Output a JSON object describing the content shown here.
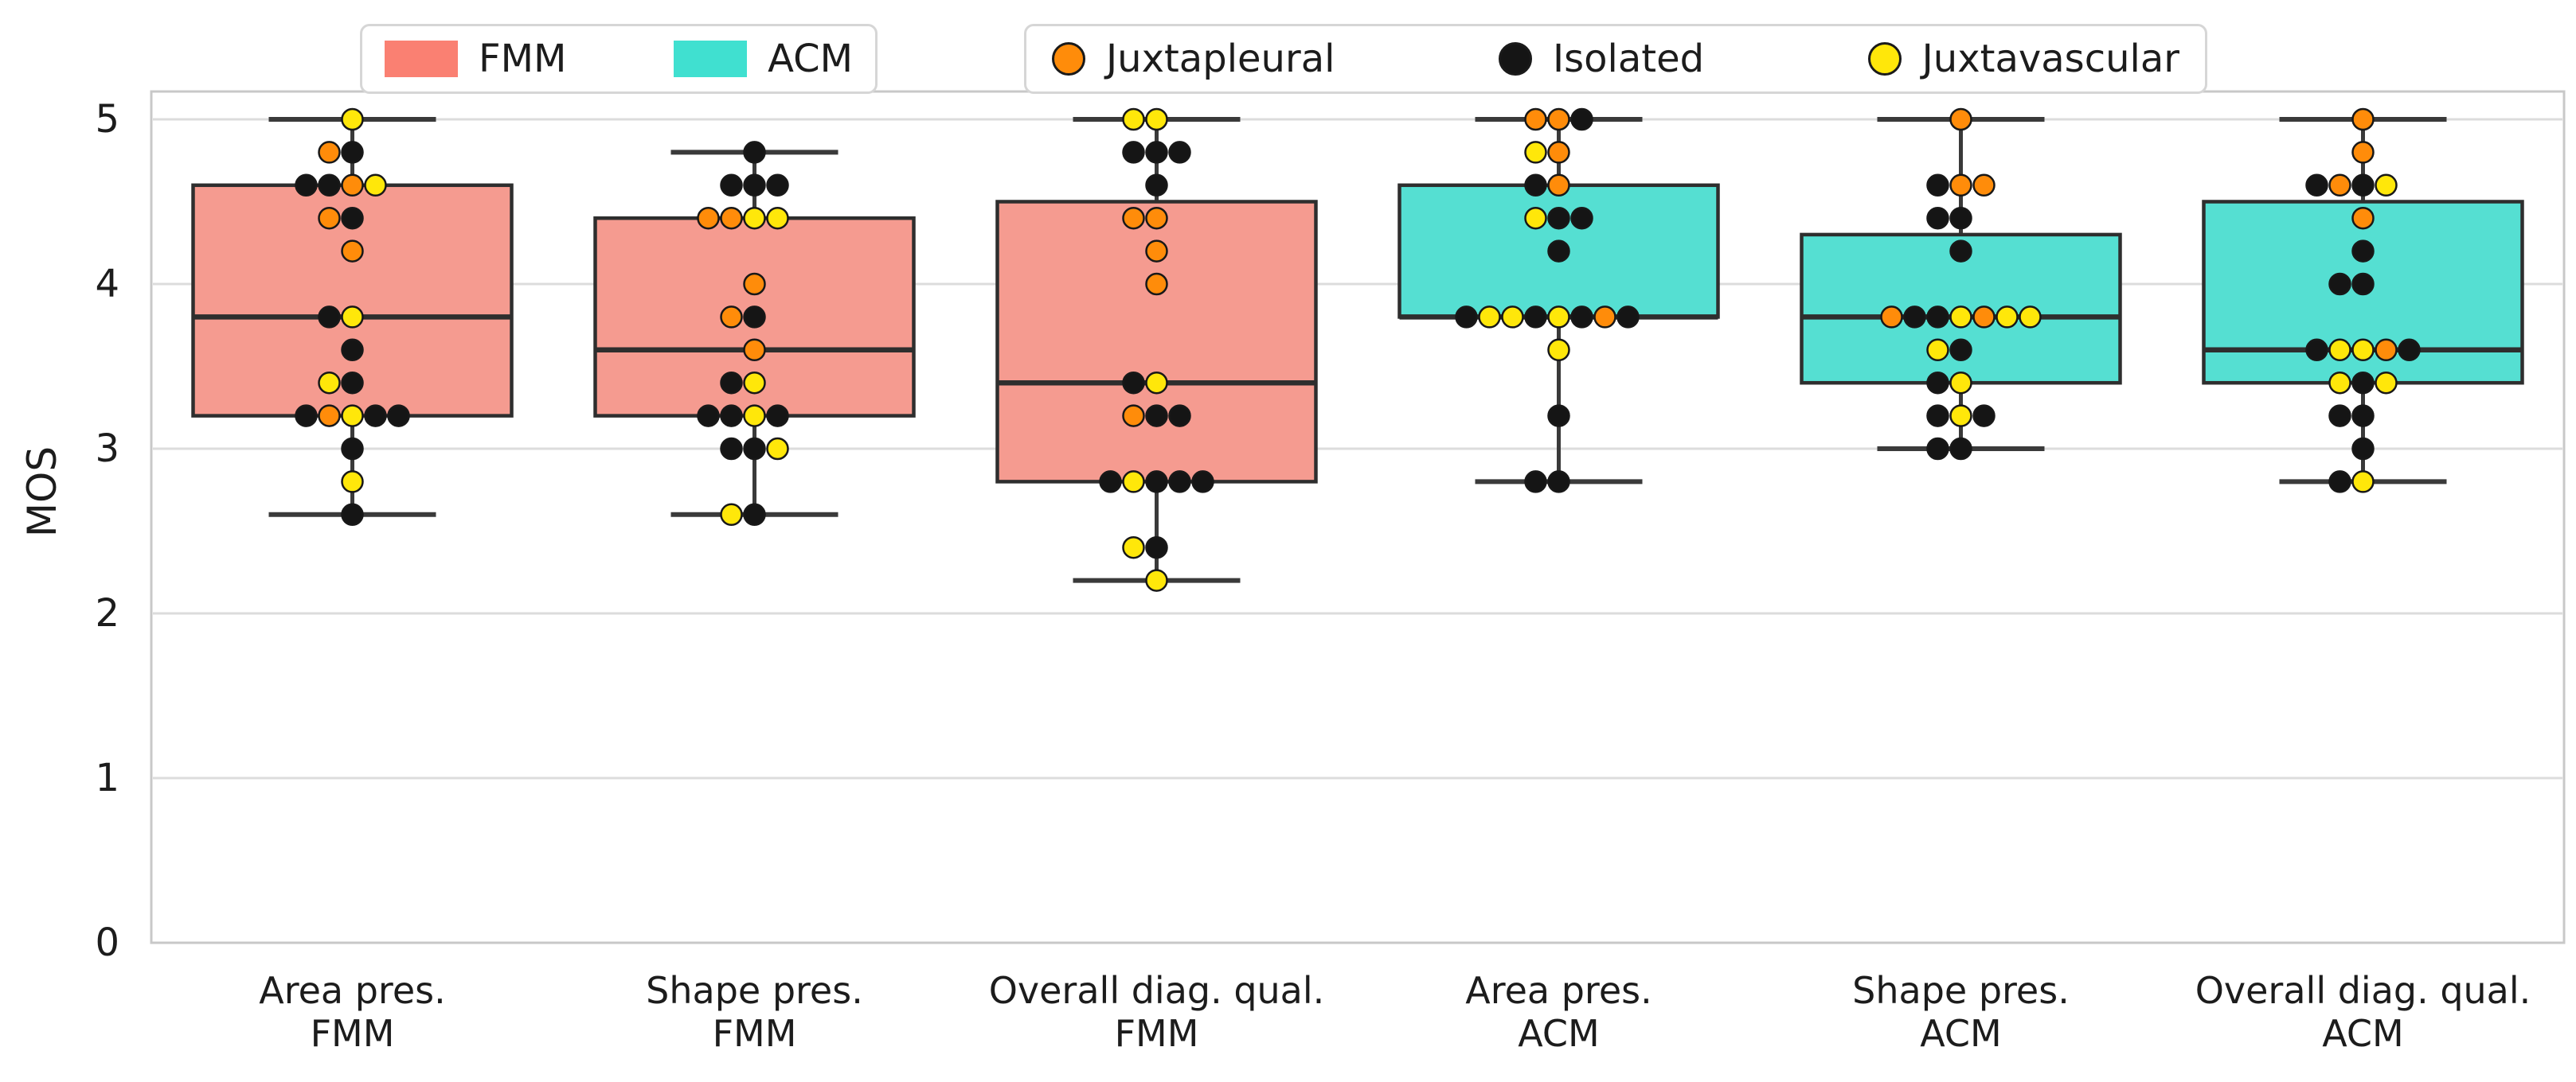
{
  "chart_data": {
    "type": "box+swarm",
    "title": "",
    "ylabel": "MOS",
    "ylim": [
      0,
      5.1
    ],
    "yticks": [
      "0",
      "1",
      "2",
      "3",
      "4",
      "5"
    ],
    "grid": "horizontal gridlines at integer values",
    "value_step": 0.2,
    "colors": {
      "salmon_legend": "#FA8072",
      "salmon_fill": "#F59B90",
      "teal_legend": "#40E0D0",
      "teal_fill": "#55DFD2",
      "orange": "#FF8C0A",
      "black": "#151515",
      "yellow": "#FFE70A",
      "box_edge": "#2E2E2E",
      "whisker": "#3A3A3A",
      "gridline": "#DCDCDC",
      "spine": "#C8C8C8"
    },
    "legend_methods": {
      "items": [
        {
          "label": "FMM",
          "color": "#FA8072"
        },
        {
          "label": "ACM",
          "color": "#40E0D0"
        }
      ]
    },
    "legend_nodule_types": {
      "items": [
        {
          "label": "Juxtapleural",
          "color": "#FF8C0A"
        },
        {
          "label": "Isolated",
          "color": "#151515"
        },
        {
          "label": "Juxtavascular",
          "color": "#FFE70A"
        }
      ]
    },
    "dot_color_key": {
      "O": "Juxtapleural",
      "K": "Isolated",
      "Y": "Juxtavascular"
    },
    "groups": [
      {
        "label_line1": "Area pres.",
        "label_line2": "FMM",
        "method": "FMM",
        "box": {
          "whisker_low": 2.6,
          "q1": 3.2,
          "median": 3.8,
          "q3": 4.6,
          "whisker_high": 5.0
        },
        "points": [
          {
            "v": 5.0,
            "dots": [
              "Y"
            ],
            "center": 0
          },
          {
            "v": 4.8,
            "dots": [
              "O",
              "K"
            ],
            "center": 1
          },
          {
            "v": 4.6,
            "dots": [
              "K",
              "K",
              "O",
              "Y"
            ],
            "center": 2
          },
          {
            "v": 4.4,
            "dots": [
              "O",
              "K"
            ],
            "center": 1
          },
          {
            "v": 4.2,
            "dots": [
              "O"
            ],
            "center": 0
          },
          {
            "v": 3.8,
            "dots": [
              "K",
              "Y"
            ],
            "center": 1
          },
          {
            "v": 3.6,
            "dots": [
              "K"
            ],
            "center": 0
          },
          {
            "v": 3.4,
            "dots": [
              "Y",
              "K"
            ],
            "center": 1
          },
          {
            "v": 3.2,
            "dots": [
              "K",
              "O",
              "Y",
              "K",
              "K"
            ],
            "center": 2
          },
          {
            "v": 3.0,
            "dots": [
              "K"
            ],
            "center": 0
          },
          {
            "v": 2.8,
            "dots": [
              "Y"
            ],
            "center": 0
          },
          {
            "v": 2.6,
            "dots": [
              "K"
            ],
            "center": 0
          }
        ]
      },
      {
        "label_line1": "Shape pres.",
        "label_line2": "FMM",
        "method": "FMM",
        "box": {
          "whisker_low": 2.6,
          "q1": 3.2,
          "median": 3.6,
          "q3": 4.4,
          "whisker_high": 4.8
        },
        "points": [
          {
            "v": 4.8,
            "dots": [
              "K"
            ],
            "center": 0
          },
          {
            "v": 4.6,
            "dots": [
              "K",
              "K",
              "K"
            ],
            "center": 1
          },
          {
            "v": 4.4,
            "dots": [
              "O",
              "O",
              "Y",
              "Y"
            ],
            "center": 2
          },
          {
            "v": 4.0,
            "dots": [
              "O"
            ],
            "center": 0
          },
          {
            "v": 3.8,
            "dots": [
              "O",
              "K"
            ],
            "center": 1
          },
          {
            "v": 3.6,
            "dots": [
              "O"
            ],
            "center": 0
          },
          {
            "v": 3.4,
            "dots": [
              "K",
              "Y"
            ],
            "center": 1
          },
          {
            "v": 3.2,
            "dots": [
              "K",
              "K",
              "Y",
              "K"
            ],
            "center": 2
          },
          {
            "v": 3.0,
            "dots": [
              "K",
              "K",
              "Y"
            ],
            "center": 1
          },
          {
            "v": 2.6,
            "dots": [
              "Y",
              "K"
            ],
            "center": 1
          }
        ]
      },
      {
        "label_line1": "Overall diag. qual.",
        "label_line2": "FMM",
        "method": "FMM",
        "box": {
          "whisker_low": 2.2,
          "q1": 2.8,
          "median": 3.4,
          "q3": 4.5,
          "whisker_high": 5.0
        },
        "points": [
          {
            "v": 5.0,
            "dots": [
              "Y",
              "Y"
            ],
            "center": 1
          },
          {
            "v": 4.8,
            "dots": [
              "K",
              "K",
              "K"
            ],
            "center": 1
          },
          {
            "v": 4.6,
            "dots": [
              "K"
            ],
            "center": 0
          },
          {
            "v": 4.4,
            "dots": [
              "O",
              "O"
            ],
            "center": 1
          },
          {
            "v": 4.2,
            "dots": [
              "O"
            ],
            "center": 0
          },
          {
            "v": 4.0,
            "dots": [
              "O"
            ],
            "center": 0
          },
          {
            "v": 3.4,
            "dots": [
              "K",
              "Y"
            ],
            "center": 1
          },
          {
            "v": 3.2,
            "dots": [
              "O",
              "K",
              "K"
            ],
            "center": 1
          },
          {
            "v": 2.8,
            "dots": [
              "K",
              "Y",
              "K",
              "K",
              "K"
            ],
            "center": 2
          },
          {
            "v": 2.4,
            "dots": [
              "Y",
              "K"
            ],
            "center": 1
          },
          {
            "v": 2.2,
            "dots": [
              "Y"
            ],
            "center": 0
          }
        ]
      },
      {
        "label_line1": "Area pres.",
        "label_line2": "ACM",
        "method": "ACM",
        "box": {
          "whisker_low": 2.8,
          "q1": 3.8,
          "median": 3.8,
          "q3": 4.6,
          "whisker_high": 5.0
        },
        "points": [
          {
            "v": 5.0,
            "dots": [
              "O",
              "O",
              "K"
            ],
            "center": 1
          },
          {
            "v": 4.8,
            "dots": [
              "Y",
              "O"
            ],
            "center": 1
          },
          {
            "v": 4.6,
            "dots": [
              "K",
              "O"
            ],
            "center": 1
          },
          {
            "v": 4.4,
            "dots": [
              "Y",
              "K",
              "K"
            ],
            "center": 1
          },
          {
            "v": 4.2,
            "dots": [
              "K"
            ],
            "center": 0
          },
          {
            "v": 3.8,
            "dots": [
              "K",
              "Y",
              "Y",
              "K",
              "Y",
              "K",
              "O",
              "K"
            ],
            "center": 4
          },
          {
            "v": 3.6,
            "dots": [
              "Y"
            ],
            "center": 0
          },
          {
            "v": 3.2,
            "dots": [
              "K"
            ],
            "center": 0
          },
          {
            "v": 2.8,
            "dots": [
              "K",
              "K"
            ],
            "center": 1
          }
        ]
      },
      {
        "label_line1": "Shape pres.",
        "label_line2": "ACM",
        "method": "ACM",
        "box": {
          "whisker_low": 3.0,
          "q1": 3.4,
          "median": 3.8,
          "q3": 4.3,
          "whisker_high": 5.0
        },
        "points": [
          {
            "v": 5.0,
            "dots": [
              "O"
            ],
            "center": 0
          },
          {
            "v": 4.6,
            "dots": [
              "K",
              "O",
              "O"
            ],
            "center": 1
          },
          {
            "v": 4.4,
            "dots": [
              "K",
              "K"
            ],
            "center": 1
          },
          {
            "v": 4.2,
            "dots": [
              "K"
            ],
            "center": 0
          },
          {
            "v": 3.8,
            "dots": [
              "O",
              "K",
              "K",
              "Y",
              "O",
              "Y",
              "Y"
            ],
            "center": 3
          },
          {
            "v": 3.6,
            "dots": [
              "Y",
              "K"
            ],
            "center": 1
          },
          {
            "v": 3.4,
            "dots": [
              "K",
              "Y"
            ],
            "center": 1
          },
          {
            "v": 3.2,
            "dots": [
              "K",
              "Y",
              "K"
            ],
            "center": 1
          },
          {
            "v": 3.0,
            "dots": [
              "K",
              "K"
            ],
            "center": 1
          }
        ]
      },
      {
        "label_line1": "Overall diag. qual.",
        "label_line2": "ACM",
        "method": "ACM",
        "box": {
          "whisker_low": 2.8,
          "q1": 3.4,
          "median": 3.6,
          "q3": 4.5,
          "whisker_high": 5.0
        },
        "points": [
          {
            "v": 5.0,
            "dots": [
              "O"
            ],
            "center": 0
          },
          {
            "v": 4.8,
            "dots": [
              "O"
            ],
            "center": 0
          },
          {
            "v": 4.6,
            "dots": [
              "K",
              "O",
              "K",
              "Y"
            ],
            "center": 2
          },
          {
            "v": 4.4,
            "dots": [
              "O"
            ],
            "center": 0
          },
          {
            "v": 4.2,
            "dots": [
              "K"
            ],
            "center": 0
          },
          {
            "v": 4.0,
            "dots": [
              "K",
              "K"
            ],
            "center": 1
          },
          {
            "v": 3.6,
            "dots": [
              "K",
              "Y",
              "Y",
              "O",
              "K"
            ],
            "center": 2
          },
          {
            "v": 3.4,
            "dots": [
              "Y",
              "K",
              "Y"
            ],
            "center": 1
          },
          {
            "v": 3.2,
            "dots": [
              "K",
              "K"
            ],
            "center": 1
          },
          {
            "v": 3.0,
            "dots": [
              "K"
            ],
            "center": 0
          },
          {
            "v": 2.8,
            "dots": [
              "K",
              "Y"
            ],
            "center": 1
          }
        ]
      }
    ]
  }
}
